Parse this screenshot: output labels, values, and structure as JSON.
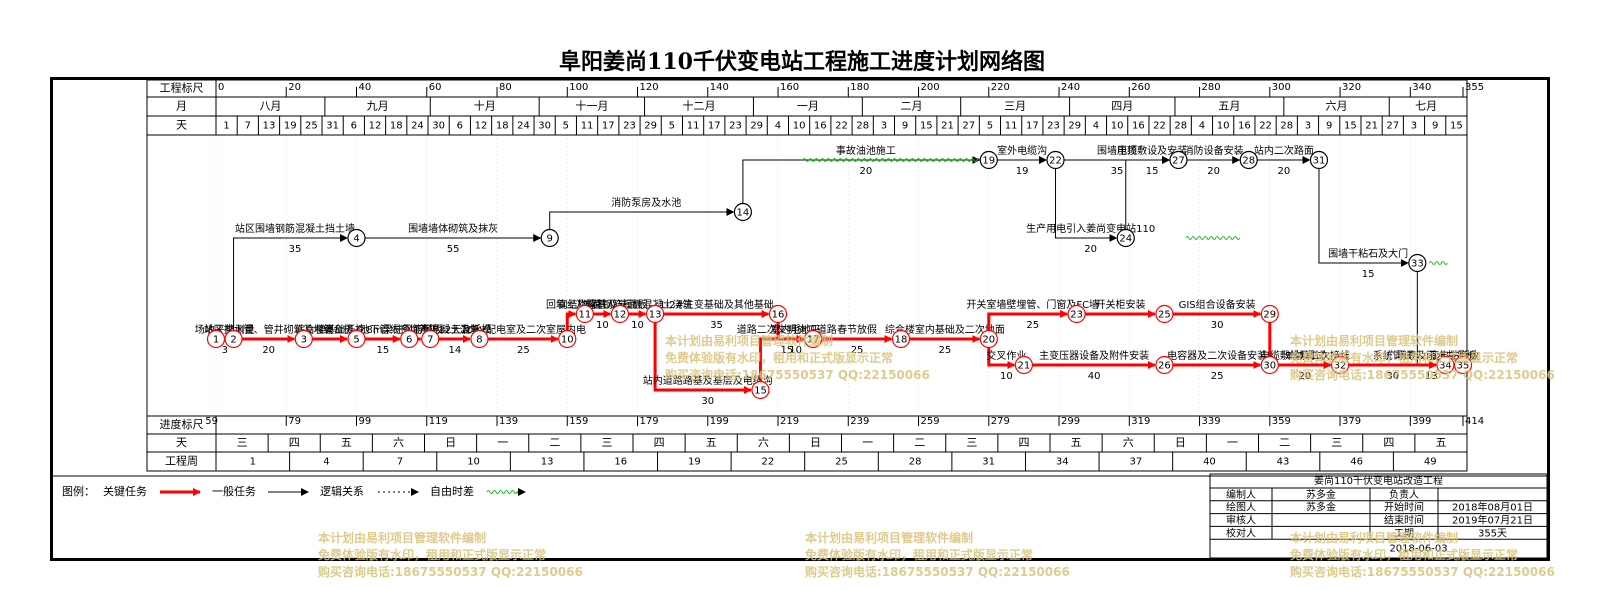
{
  "title": "阜阳姜尚110千伏变电站工程施工进度计划网络图",
  "rows": {
    "scale": "工程标尺",
    "month": "月",
    "day": "天",
    "progress": "进度标尺",
    "weekday": "天",
    "week": "工程周"
  },
  "scale_ticks": [
    "0",
    "20",
    "40",
    "60",
    "80",
    "100",
    "120",
    "140",
    "160",
    "180",
    "200",
    "220",
    "240",
    "260",
    "280",
    "300",
    "320",
    "340",
    "355"
  ],
  "months": [
    "八月",
    "九月",
    "十月",
    "十一月",
    "十二月",
    "一月",
    "二月",
    "三月",
    "四月",
    "五月",
    "六月",
    "七月"
  ],
  "days": [
    "1",
    "7",
    "13",
    "19",
    "25",
    "31",
    "6",
    "12",
    "18",
    "24",
    "30",
    "6",
    "12",
    "18",
    "24",
    "30",
    "5",
    "11",
    "17",
    "23",
    "29",
    "5",
    "11",
    "17",
    "23",
    "29",
    "4",
    "10",
    "16",
    "22",
    "28",
    "3",
    "9",
    "15",
    "21",
    "27",
    "5",
    "11",
    "17",
    "23",
    "29",
    "4",
    "10",
    "16",
    "22",
    "28",
    "4",
    "10",
    "16",
    "22",
    "28",
    "3",
    "9",
    "15",
    "21",
    "27",
    "3",
    "9",
    "15"
  ],
  "progress_ticks": [
    "59",
    "79",
    "99",
    "119",
    "139",
    "159",
    "179",
    "199",
    "219",
    "239",
    "259",
    "279",
    "299",
    "319",
    "339",
    "359",
    "379",
    "399",
    "414"
  ],
  "weekdays": [
    "三",
    "四",
    "五",
    "六",
    "日",
    "一",
    "二",
    "三",
    "四",
    "五",
    "六",
    "日",
    "一",
    "二",
    "三",
    "四",
    "五",
    "六",
    "日",
    "一",
    "二",
    "三",
    "四",
    "五"
  ],
  "weeks": [
    "1",
    "4",
    "7",
    "10",
    "13",
    "16",
    "19",
    "22",
    "25",
    "28",
    "31",
    "34",
    "37",
    "40",
    "43",
    "46",
    "49"
  ],
  "legend": {
    "label": "图例：",
    "critical": "关键任务",
    "normal": "一般任务",
    "logic": "逻辑关系",
    "float": "自由时差"
  },
  "info": {
    "project": "姜尚110千伏变电站改造工程",
    "compiler_label": "编制人",
    "compiler": "苏多金",
    "owner_label": "负责人",
    "owner": "",
    "drawer_label": "绘图人",
    "drawer": "苏多金",
    "start_label": "开始时间",
    "start": "2018年08月01日",
    "reviewer_label": "审核人",
    "reviewer": "",
    "end_label": "结束时间",
    "end": "2019年07月21日",
    "checker_label": "校对人",
    "checker": "",
    "duration_label": "工期",
    "duration": "355天",
    "date": "2018-06-03"
  },
  "watermark": {
    "line1": "本计划由易利项目管理软件编制",
    "line2": "免费体验版有水印，租用和正式版显示正常",
    "line3": "购买咨询电话:18675550537 QQ:22150066"
  },
  "colors": {
    "critical": "#ff0000",
    "normal": "#000000",
    "float": "#22bb22",
    "watermark": "#d9c27a"
  },
  "network": {
    "nodes": [
      {
        "id": "1",
        "day": 0,
        "lane": "main"
      },
      {
        "id": "2",
        "day": 5,
        "lane": "main"
      },
      {
        "id": "3",
        "day": 25,
        "lane": "main"
      },
      {
        "id": "4",
        "day": 40,
        "lane": "l1"
      },
      {
        "id": "5",
        "day": 40,
        "lane": "main"
      },
      {
        "id": "6",
        "day": 55,
        "lane": "main"
      },
      {
        "id": "7",
        "day": 61,
        "lane": "main"
      },
      {
        "id": "8",
        "day": 75,
        "lane": "main"
      },
      {
        "id": "9",
        "day": 95,
        "lane": "l1"
      },
      {
        "id": "10",
        "day": 100,
        "lane": "main"
      },
      {
        "id": "11",
        "day": 105,
        "lane": "m1"
      },
      {
        "id": "12",
        "day": 115,
        "lane": "m1"
      },
      {
        "id": "13",
        "day": 125,
        "lane": "m1"
      },
      {
        "id": "14",
        "day": 150,
        "lane": "t2"
      },
      {
        "id": "15",
        "day": 155,
        "lane": "b1"
      },
      {
        "id": "16",
        "day": 160,
        "lane": "m1"
      },
      {
        "id": "17",
        "day": 170,
        "lane": "main"
      },
      {
        "id": "18",
        "day": 195,
        "lane": "main"
      },
      {
        "id": "19",
        "day": 220,
        "lane": "t1"
      },
      {
        "id": "20",
        "day": 220,
        "lane": "main"
      },
      {
        "id": "21",
        "day": 230,
        "lane": "m2"
      },
      {
        "id": "22",
        "day": 239,
        "lane": "t1"
      },
      {
        "id": "23",
        "day": 245,
        "lane": "m1"
      },
      {
        "id": "24",
        "day": 259,
        "lane": "l1"
      },
      {
        "id": "25",
        "day": 270,
        "lane": "m1"
      },
      {
        "id": "26",
        "day": 270,
        "lane": "m2"
      },
      {
        "id": "27",
        "day": 274,
        "lane": "t1"
      },
      {
        "id": "28",
        "day": 294,
        "lane": "t1"
      },
      {
        "id": "29",
        "day": 300,
        "lane": "m1"
      },
      {
        "id": "30",
        "day": 300,
        "lane": "m2"
      },
      {
        "id": "31",
        "day": 314,
        "lane": "t1"
      },
      {
        "id": "32",
        "day": 320,
        "lane": "m2"
      },
      {
        "id": "33",
        "day": 342,
        "lane": "l2"
      },
      {
        "id": "34",
        "day": 350,
        "lane": "m2"
      },
      {
        "id": "35",
        "day": 355,
        "lane": "m2"
      }
    ],
    "tasks": [
      {
        "label": "场地平整测量",
        "dur": "3",
        "from": "1",
        "to": "2",
        "kind": "critical"
      },
      {
        "label": "站区排水管、管井砌筑及埋管",
        "dur": "20",
        "from": "2",
        "to": "3",
        "kind": "critical"
      },
      {
        "label": "综合楼基础开挖",
        "dur": "",
        "from": "3",
        "to": "5",
        "kind": "critical"
      },
      {
        "label": "综合楼-0.8m梁柱钢筋模板",
        "dur": "15",
        "from": "5",
        "to": "6",
        "kind": "critical"
      },
      {
        "label": "地下管线预埋及混凝土浇筑",
        "dur": "",
        "from": "6",
        "to": "7",
        "kind": "critical"
      },
      {
        "label": "养护12天及拆模",
        "dur": "14",
        "from": "7",
        "to": "8",
        "kind": "critical"
      },
      {
        "label": "10kV配电室及二次室屋内电缆沟",
        "dur": "25",
        "from": "8",
        "to": "10",
        "kind": "critical"
      },
      {
        "label": "站区围墙钢筋混凝土挡土墙",
        "dur": "35",
        "from": "2",
        "to": "4",
        "kind": "normal"
      },
      {
        "label": "围墙墙体砌筑及抹灰",
        "dur": "55",
        "from": "4",
        "to": "9",
        "kind": "normal"
      },
      {
        "label": "回填土及墙基",
        "dur": "",
        "from": "10",
        "to": "11",
        "kind": "critical"
      },
      {
        "label": "钢结构梁柱及屋面板",
        "dur": "10",
        "from": "11",
        "to": "12",
        "kind": "critical"
      },
      {
        "label": "屋面钢筋模板混凝土浇筑",
        "dur": "10",
        "from": "12",
        "to": "13",
        "kind": "critical"
      },
      {
        "label": "消防泵房及水池",
        "dur": "",
        "from": "9",
        "to": "14",
        "kind": "normal"
      },
      {
        "label": "事故油池施工",
        "dur": "20",
        "from": "14",
        "to": "19",
        "kind": "normal"
      },
      {
        "label": "1-2#主变基础及其他基础",
        "dur": "35",
        "from": "13",
        "to": "16",
        "kind": "critical"
      },
      {
        "label": "站内道路路基及基层及电缆沟",
        "dur": "30",
        "from": "13",
        "to": "15",
        "kind": "critical"
      },
      {
        "label": "室内毛地平",
        "dur": "10",
        "from": "16",
        "to": "17",
        "kind": "critical"
      },
      {
        "label": "道路二次文明施工道路",
        "dur": "15",
        "from": "15",
        "to": "17",
        "kind": "critical"
      },
      {
        "label": "春节放假",
        "dur": "25",
        "from": "17",
        "to": "18",
        "kind": "critical"
      },
      {
        "label": "综合楼室内基础及二次地面",
        "dur": "25",
        "from": "18",
        "to": "20",
        "kind": "critical"
      },
      {
        "label": "室外电缆沟",
        "dur": "19",
        "from": "19",
        "to": "22",
        "kind": "normal"
      },
      {
        "label": "围墙压顶",
        "dur": "35",
        "from": "22",
        "to": "27",
        "kind": "normal"
      },
      {
        "label": "生产用电引入姜尚变电站110kV电缆",
        "dur": "20",
        "from": "22",
        "to": "24",
        "kind": "normal"
      },
      {
        "label": "电缆敷设及安装",
        "dur": "15",
        "from": "24",
        "to": "27",
        "kind": "normal"
      },
      {
        "label": "消防设备安装",
        "dur": "20",
        "from": "27",
        "to": "28",
        "kind": "normal"
      },
      {
        "label": "站内二次路面",
        "dur": "20",
        "from": "28",
        "to": "31",
        "kind": "normal"
      },
      {
        "label": "围墙干粘石及大门",
        "dur": "15",
        "from": "31",
        "to": "33",
        "kind": "normal"
      },
      {
        "label": "广场砖及雨水井盖板",
        "dur": "13",
        "from": "33",
        "to": "34",
        "kind": "normal"
      },
      {
        "label": "开关室墙壁埋管、门窗及FC墙板封闭",
        "dur": "25",
        "from": "20",
        "to": "23",
        "kind": "critical"
      },
      {
        "label": "交叉作业",
        "dur": "10",
        "from": "20",
        "to": "21",
        "kind": "critical"
      },
      {
        "label": "开关柜安装",
        "dur": "",
        "from": "23",
        "to": "25",
        "kind": "critical"
      },
      {
        "label": "GIS组合设备安装",
        "dur": "30",
        "from": "25",
        "to": "29",
        "kind": "critical"
      },
      {
        "label": "单体调试",
        "dur": "",
        "from": "29",
        "to": "32",
        "kind": "critical"
      },
      {
        "label": "主变压器设备及附件安装",
        "dur": "40",
        "from": "21",
        "to": "26",
        "kind": "critical"
      },
      {
        "label": "电容器及二次设备安装",
        "dur": "25",
        "from": "26",
        "to": "30",
        "kind": "critical"
      },
      {
        "label": "电缆敷设及二次接线",
        "dur": "20",
        "from": "30",
        "to": "32",
        "kind": "critical"
      },
      {
        "label": "系统调试",
        "dur": "30",
        "from": "32",
        "to": "34",
        "kind": "critical"
      },
      {
        "label": "变电站验收",
        "dur": "",
        "from": "34",
        "to": "35",
        "kind": "critical"
      }
    ]
  }
}
